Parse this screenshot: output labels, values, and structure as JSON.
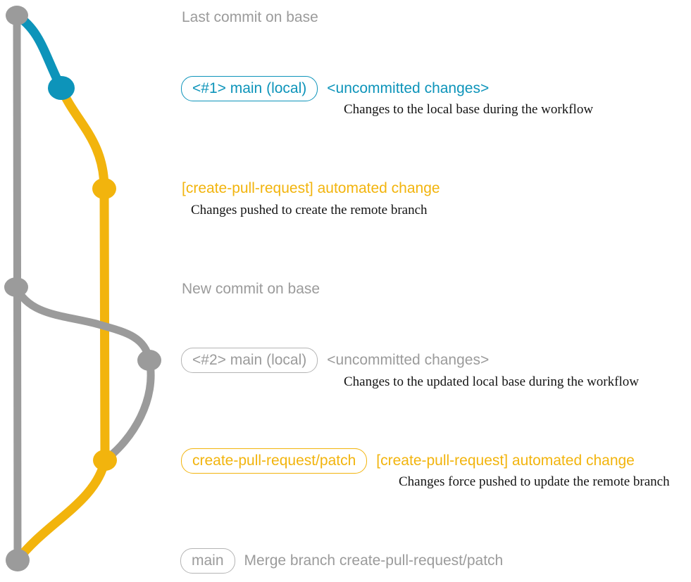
{
  "colors": {
    "base_gray": "#9b9b9b",
    "pill_gray_border": "#b4b4b4",
    "branch_blue": "#0d94ba",
    "branch_yellow": "#f2b40d",
    "caption_black": "#141414"
  },
  "graph": {
    "commits": [
      {
        "id": "base-last",
        "branch": "base",
        "color": "gray",
        "label": "Last commit on base"
      },
      {
        "id": "main-local-1",
        "branch": "main (local)",
        "color": "blue",
        "label": "<#1> main (local) <uncommitted changes>"
      },
      {
        "id": "patch-1",
        "branch": "create-pull-request/patch",
        "color": "yellow",
        "label": "[create-pull-request] automated change"
      },
      {
        "id": "base-new",
        "branch": "base",
        "color": "gray",
        "label": "New commit on base"
      },
      {
        "id": "main-local-2",
        "branch": "main (local)",
        "color": "gray",
        "label": "<#2> main (local) <uncommitted changes>"
      },
      {
        "id": "patch-2",
        "branch": "create-pull-request/patch",
        "color": "yellow",
        "label": "[create-pull-request] automated change (force push)"
      },
      {
        "id": "merge",
        "branch": "main",
        "color": "gray",
        "label": "Merge branch create-pull-request/patch"
      }
    ]
  },
  "annotations": {
    "last_commit": "Last commit on base",
    "new_commit": "New commit on base",
    "branch1": {
      "pill": "<#1> main (local)",
      "status": "<uncommitted changes>",
      "caption": "Changes to the local base during the workflow"
    },
    "automated1": {
      "title": "[create-pull-request] automated change",
      "caption": "Changes pushed to create the remote branch"
    },
    "branch2": {
      "pill": "<#2> main (local)",
      "status": "<uncommitted changes>",
      "caption": "Changes to the updated local base during the workflow"
    },
    "patch": {
      "pill": "create-pull-request/patch",
      "title": "[create-pull-request] automated change",
      "caption": "Changes force pushed to update the remote branch"
    },
    "merge": {
      "pill": "main",
      "title": "Merge branch create-pull-request/patch"
    }
  }
}
